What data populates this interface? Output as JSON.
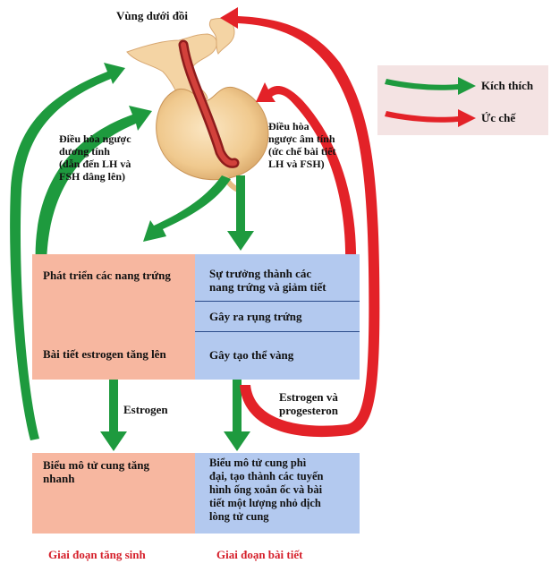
{
  "title": "Vùng dưới đồi",
  "legend": {
    "stimulate": "Kích thích",
    "inhibit": "Ức chế",
    "stimulate_color": "#1e9a3e",
    "inhibit_color": "#e32228"
  },
  "feedback": {
    "positive": "Điều hòa ngược\ndương tính\n(dẫn đến LH và\nFSH dâng lên)",
    "negative": "Điều hòa\nngược âm tính\n(ức chế bài tiết\nLH và FSH)"
  },
  "left_box": {
    "item1": "Phát triển các nang trứng",
    "item2": "Bài tiết estrogen tăng lên"
  },
  "right_box": {
    "item1": "Sự trưởng thành các\nnang trứng và giảm tiết",
    "item2": "Gây ra rụng trứng",
    "item3": "Gây tạo thể vàng"
  },
  "hormones": {
    "left": "Estrogen",
    "right": "Estrogen và\nprogesteron"
  },
  "bottom_left": "Biểu mô tử cung tăng\nnhanh",
  "bottom_right": "Biểu mô tử cung phì\nđại, tạo thành các tuyến\nhình ống xoắn ốc và bài\ntiết một lượng nhỏ dịch\nlòng tử cung",
  "phases": {
    "left": "Giai đoạn tăng sinh",
    "right": "Giai đoạn bài tiết"
  }
}
